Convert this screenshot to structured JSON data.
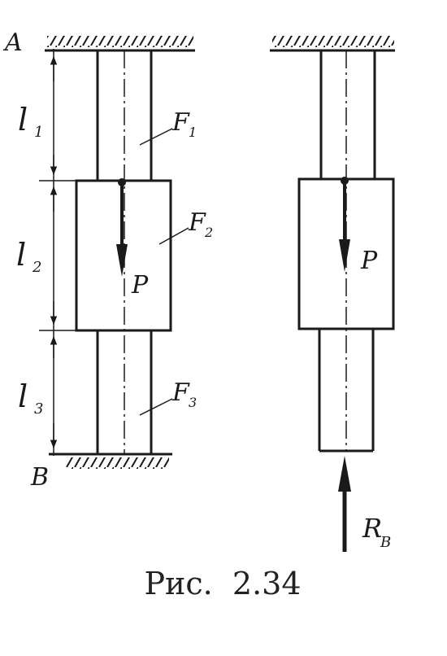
{
  "labels": {
    "A": "A",
    "B": "B",
    "l1": "l",
    "l1_sub": "1",
    "l2": "l",
    "l2_sub": "2",
    "l3": "l",
    "l3_sub": "3",
    "F1": "F",
    "F1_sub": "1",
    "F2": "F",
    "F2_sub": "2",
    "F3": "F",
    "F3_sub": "3",
    "P_left": "P",
    "P_right": "P",
    "RB": "R",
    "RB_sub": "B"
  },
  "caption": "Рис.  2.34",
  "colors": {
    "ink": "#1a1a1a",
    "background": "#ffffff"
  }
}
